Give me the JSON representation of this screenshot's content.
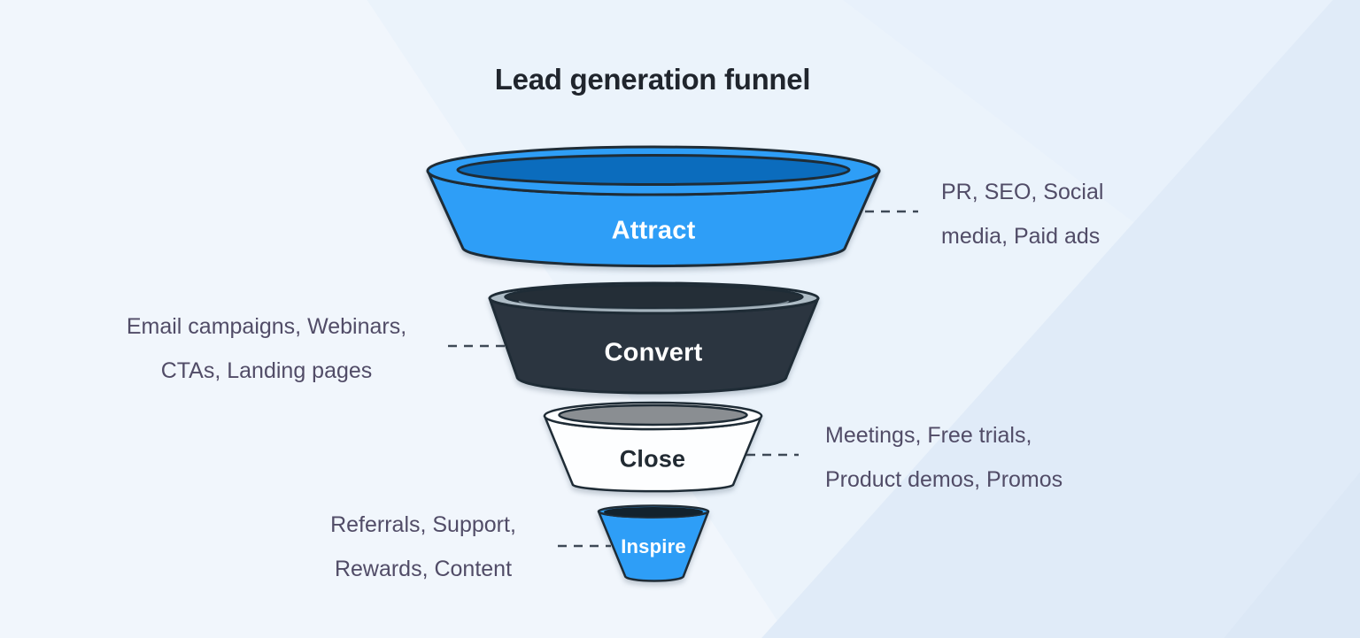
{
  "title": "Lead generation funnel",
  "funnel": {
    "stages": [
      {
        "name": "Attract",
        "annotation_side": "right",
        "annotation": {
          "lines": [
            "PR, SEO, Social",
            "media, Paid ads"
          ]
        },
        "fill": "#2E9EF7",
        "inner_fill": "#0B6CBD",
        "label_color": "#FFFFFF"
      },
      {
        "name": "Convert",
        "annotation_side": "left",
        "annotation": {
          "lines": [
            "Email campaigns, Webinars,",
            "CTAs, Landing pages"
          ]
        },
        "fill": "#2B3540",
        "inner_fill": "#242E37",
        "rim_fill": "#AEBCC6",
        "label_color": "#FFFFFF"
      },
      {
        "name": "Close",
        "annotation_side": "right",
        "annotation": {
          "lines": [
            "Meetings, Free trials,",
            "Product demos, Promos"
          ]
        },
        "fill": "#FDFEFF",
        "inner_fill": "#8A8E92",
        "label_color": "#222B33"
      },
      {
        "name": "Inspire",
        "annotation_side": "left",
        "annotation": {
          "lines": [
            "Referrals, Support,",
            "Rewards, Content"
          ]
        },
        "fill": "#2E9EF7",
        "inner_fill": "#13222D",
        "label_color": "#FFFFFF"
      }
    ]
  },
  "colors": {
    "background": "#E8F1FB",
    "outline": "#1F2C36",
    "connector": "#3E4956",
    "annotation_text": "#514C67",
    "title_text": "#20252D"
  }
}
